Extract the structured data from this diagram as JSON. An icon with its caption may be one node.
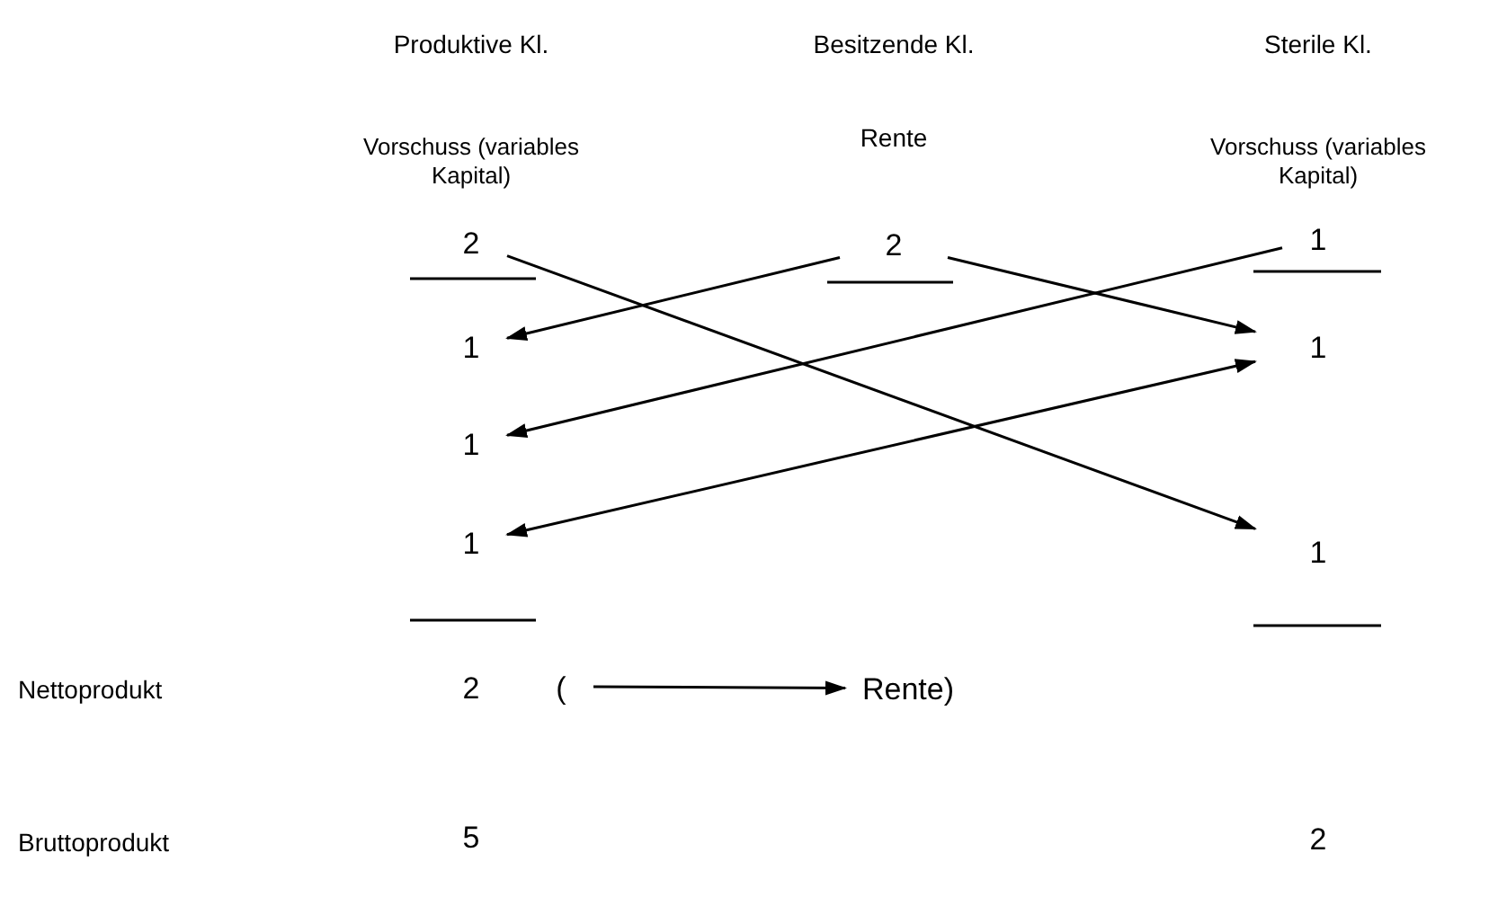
{
  "diagram": {
    "nodes": [
      {
        "text": [
          "2"
        ]
      },
      {
        "text": [
          "1"
        ]
      },
      {
        "text": [
          "1"
        ]
      },
      {
        "text": [
          "1"
        ]
      },
      {
        "text": [
          "2"
        ]
      },
      {
        "text": [
          "1"
        ]
      },
      {
        "text": [
          "1"
        ]
      },
      {
        "text": [
          "1"
        ]
      },
      {
        "text": [
          "Rente)"
        ]
      }
    ],
    "edges": [
      {
        "from": 0,
        "to": 7,
        "arrow": "to"
      },
      {
        "from": 4,
        "to": 6,
        "arrow": "to"
      },
      {
        "from": 4,
        "to": 1,
        "arrow": "to"
      },
      {
        "from": 5,
        "to": 2,
        "arrow": "to"
      },
      {
        "from": 3,
        "to": 6,
        "arrow": "both"
      },
      {
        "from": null,
        "to": 8,
        "arrow": "to"
      }
    ],
    "labels": [
      "Produktive Kl.",
      "Besitzende Kl.",
      "Sterile Kl.",
      "Vorschuss (variables Kapital)",
      "Rente",
      "Vorschuss (variables Kapital)",
      "Nettoprodukt",
      "2",
      "(",
      "Bruttoprodukt",
      "5",
      "2"
    ]
  }
}
